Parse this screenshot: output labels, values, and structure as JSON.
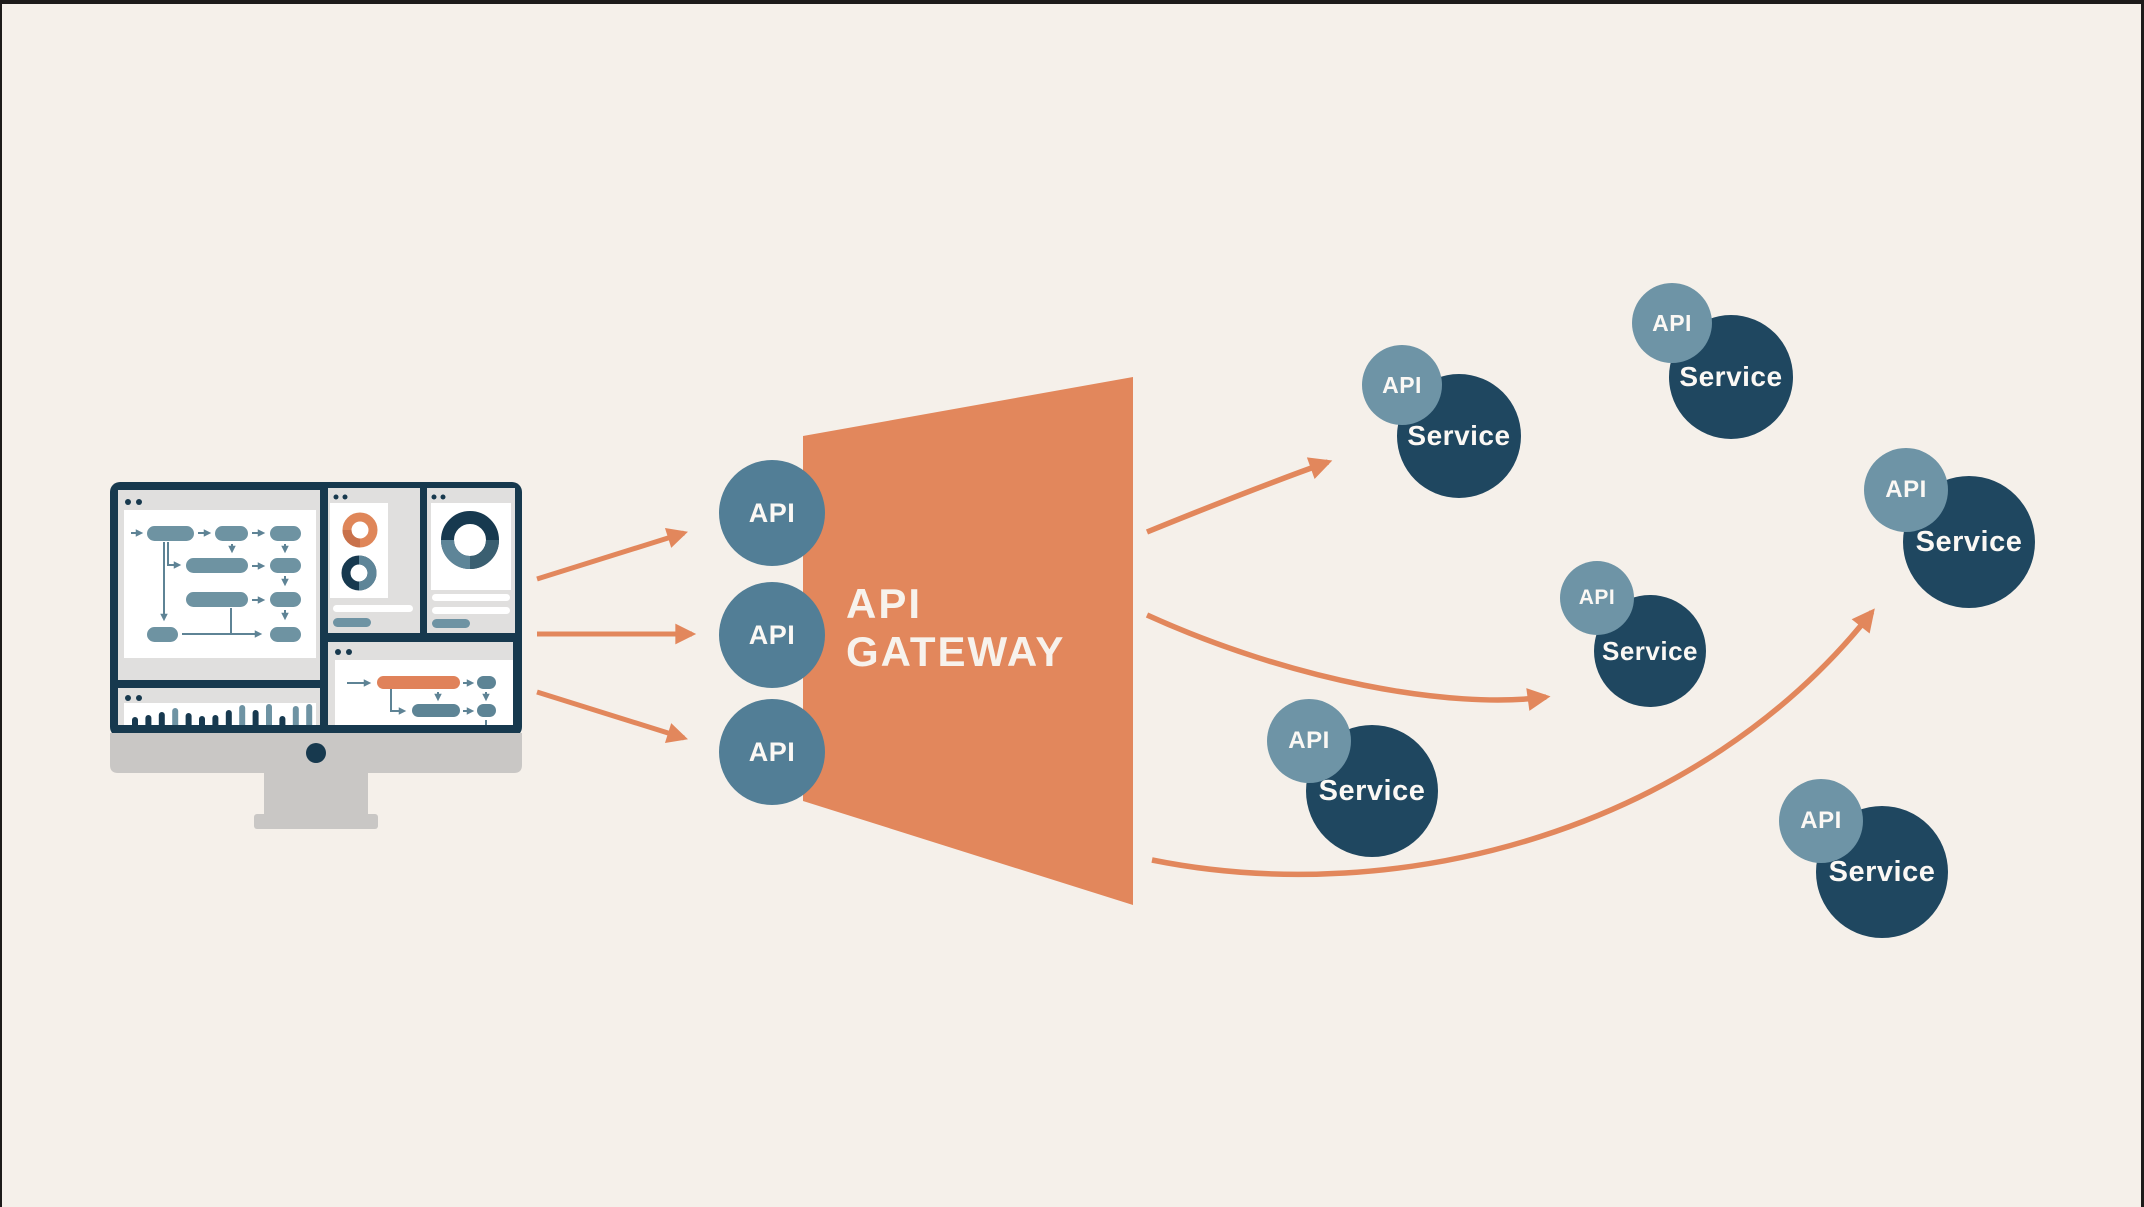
{
  "canvas": {
    "background_color": "#F5F0EA",
    "frame_color": "#1D1B1A"
  },
  "client": {
    "icon": "monitor-dashboard-illustration"
  },
  "gateway": {
    "title": "API GATEWAY",
    "shape": "trapezoid",
    "shape_color": "#E2875C",
    "title_color": "#F7F2EC",
    "api_node_color": "#527E96",
    "api_nodes": [
      {
        "label": "API"
      },
      {
        "label": "API"
      },
      {
        "label": "API"
      }
    ]
  },
  "arrows": {
    "color": "#E2875C",
    "request_arrow_count": 3,
    "route_arrow_count": 3
  },
  "services": [
    {
      "api_label": "API",
      "service_label": "Service"
    },
    {
      "api_label": "API",
      "service_label": "Service"
    },
    {
      "api_label": "API",
      "service_label": "Service"
    },
    {
      "api_label": "API",
      "service_label": "Service"
    },
    {
      "api_label": "API",
      "service_label": "Service"
    },
    {
      "api_label": "API",
      "service_label": "Service"
    }
  ],
  "service_style": {
    "api_circle_color": "#6E94A6",
    "service_circle_color": "#1F4760",
    "label_color": "#FBF8F4"
  }
}
